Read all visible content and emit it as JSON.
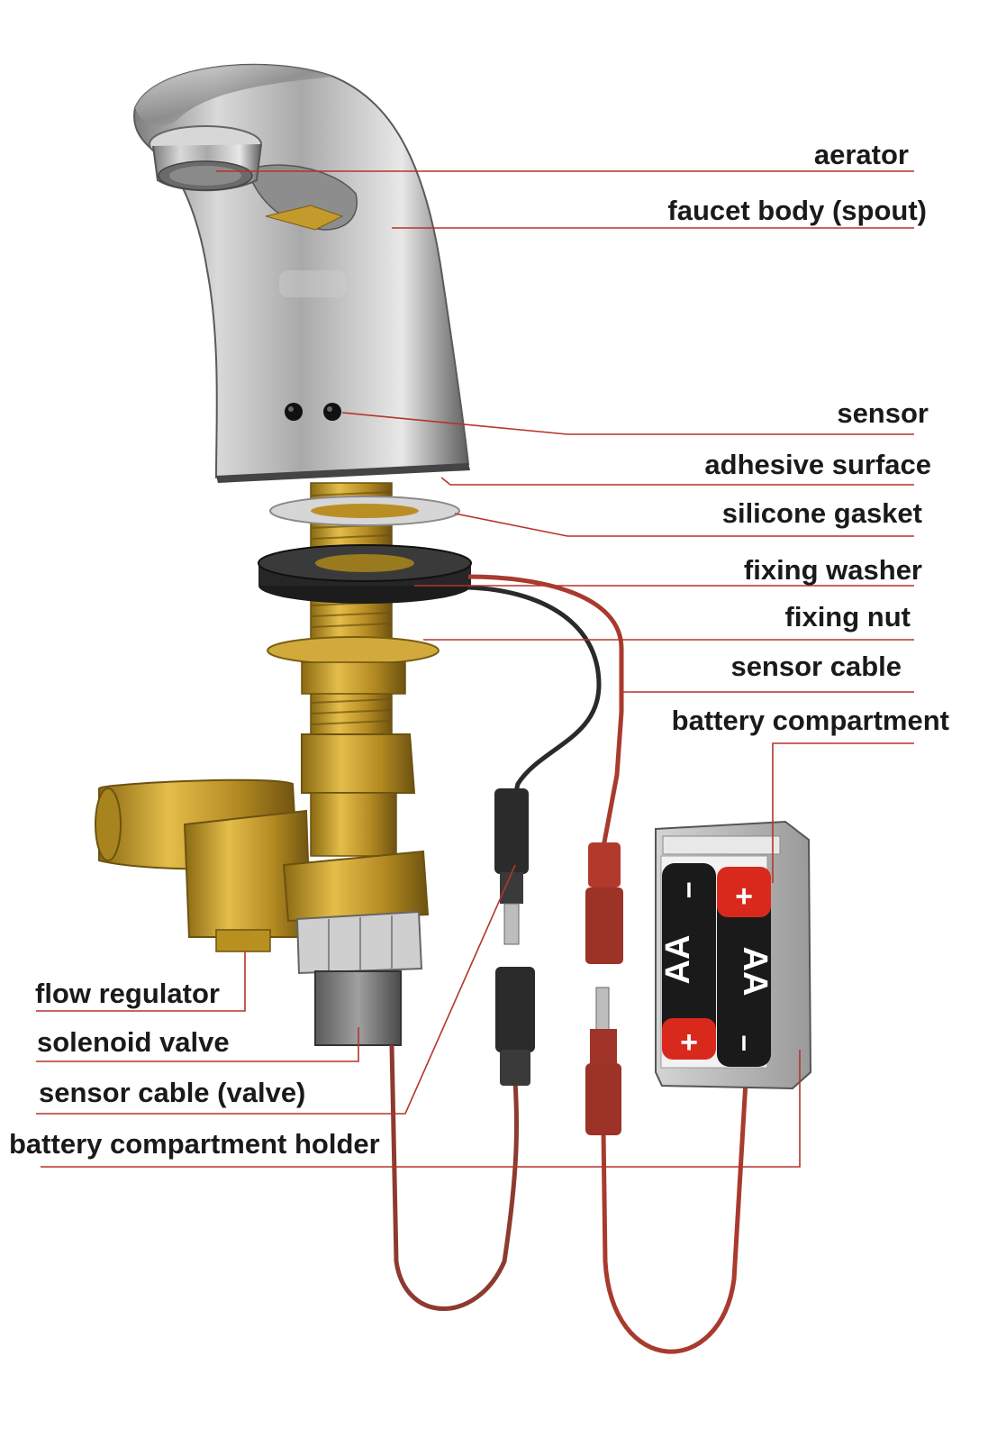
{
  "labels": {
    "aerator": "aerator",
    "faucet_body": "faucet body (spout)",
    "sensor": "sensor",
    "adhesive_surface": "adhesive surface",
    "silicone_gasket": "silicone gasket",
    "fixing_washer": "fixing washer",
    "fixing_nut": "fixing nut",
    "sensor_cable": "sensor cable",
    "battery_compartment": "battery compartment",
    "flow_regulator": "flow regulator",
    "solenoid_valve": "solenoid valve",
    "sensor_cable_valve": "sensor cable (valve)",
    "battery_compartment_holder": "battery compartment holder"
  },
  "battery": {
    "cell_label": "AA",
    "plus": "+",
    "minus": "I"
  },
  "colors": {
    "leader_line": "#b5342b",
    "brass": "#c9a032",
    "chrome": "#b8b8b8",
    "red_cable": "#a83a2e",
    "black_cable": "#2a2a2a",
    "battery_red": "#d9291c"
  }
}
